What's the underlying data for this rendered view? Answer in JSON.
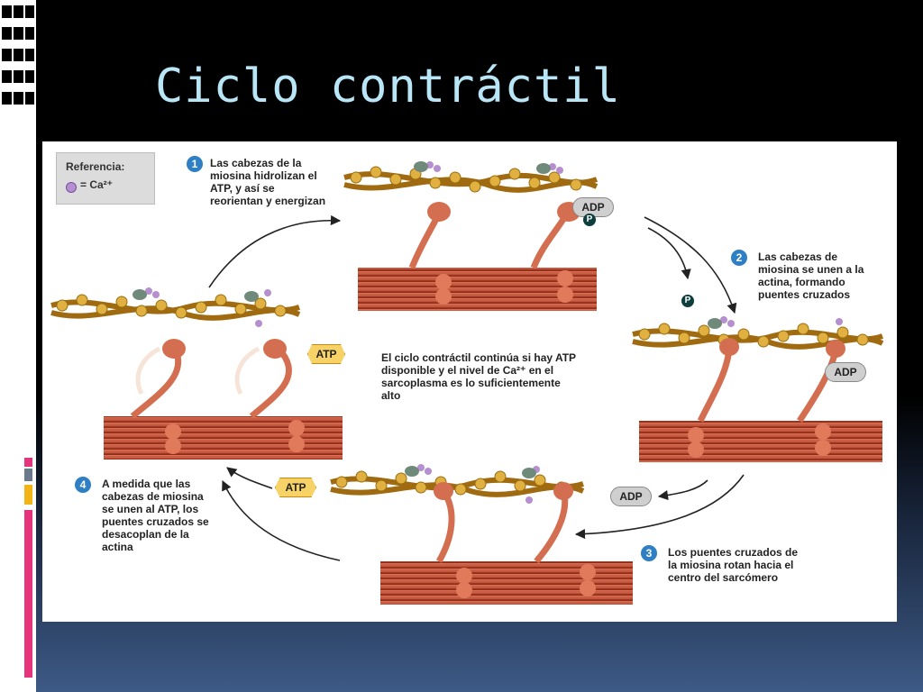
{
  "slide": {
    "title": "Ciclo contráctil"
  },
  "legend": {
    "title": "Referencia:",
    "item_label": "= Ca²⁺"
  },
  "steps": [
    {
      "number": "1",
      "text": [
        "Las cabezas de la",
        "miosina hidrolizan el",
        "ATP, y así se",
        "reorientan y energizan"
      ]
    },
    {
      "number": "2",
      "text": [
        "Las cabezas de",
        "miosina se unen a la",
        "actina, formando",
        "puentes cruzados"
      ]
    },
    {
      "number": "3",
      "text": [
        "Los puentes cruzados de",
        "la miosina rotan hacia el",
        "centro del sarcómero"
      ]
    },
    {
      "number": "4",
      "text": [
        "A medida que las",
        "cabezas de miosina",
        "se unen al ATP, los",
        "puentes cruzados se",
        "desacoplan de la",
        "actina"
      ]
    }
  ],
  "center_note": [
    "El ciclo contráctil continúa si hay ATP",
    "disponible y el nivel de Ca²⁺ en el",
    "sarcoplasma es lo suficientemente",
    "alto"
  ],
  "labels": {
    "adp": "ADP",
    "atp": "ATP",
    "p": "P"
  },
  "colors": {
    "title": "#b8e6f6",
    "step_badge": "#2f7fc4",
    "myosin": "#c9543a",
    "actin": "#e0b040",
    "calcium": "#b58fd0"
  }
}
